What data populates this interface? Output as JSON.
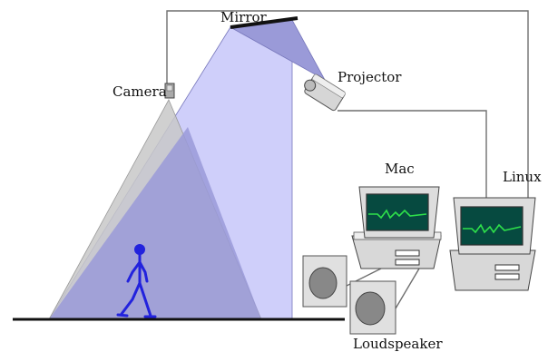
{
  "labels": {
    "mirror": "Mirror",
    "camera": "Camera",
    "projector": "Projector",
    "mac": "Mac",
    "linux": "Linux",
    "loudspeaker": "Loudspeaker"
  },
  "colors": {
    "projection_light": "#cfcffa",
    "camera_view": "#c8c8c8",
    "overlap": "#9a9ad8",
    "cable": "#6f6f6f",
    "floor": "#111111",
    "screen_bg": "#064a40",
    "screen_wave": "#2ee04a",
    "person": "#2222dd"
  }
}
